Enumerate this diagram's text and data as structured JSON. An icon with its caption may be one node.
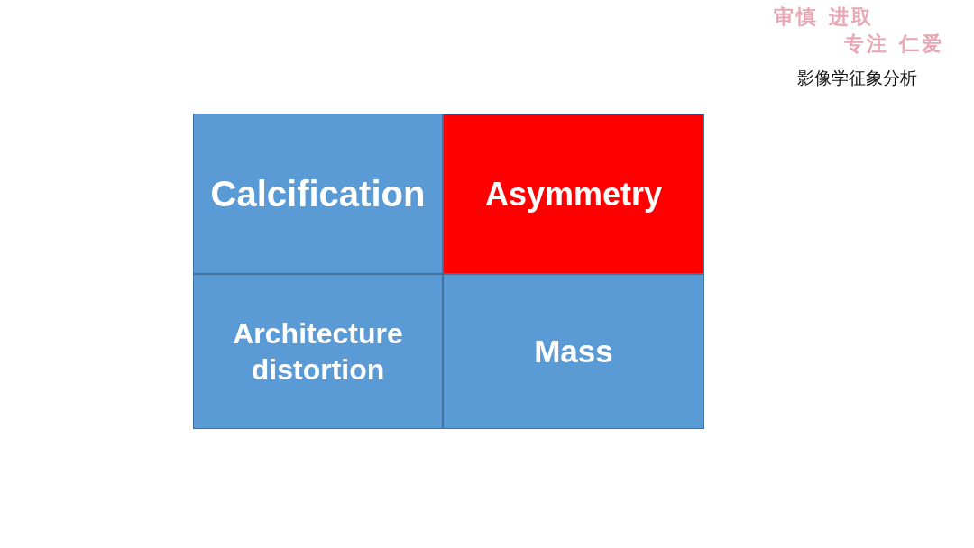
{
  "diagram": {
    "title": "影像学征象分析",
    "nodes": [
      {
        "text": [
          "Calcification"
        ]
      },
      {
        "text": [
          "Asymmetry"
        ]
      },
      {
        "text": [
          "Architecture distortion"
        ]
      },
      {
        "text": [
          "Mass"
        ]
      }
    ],
    "labels": [
      "审慎 进取",
      "专注 仁爱"
    ]
  }
}
